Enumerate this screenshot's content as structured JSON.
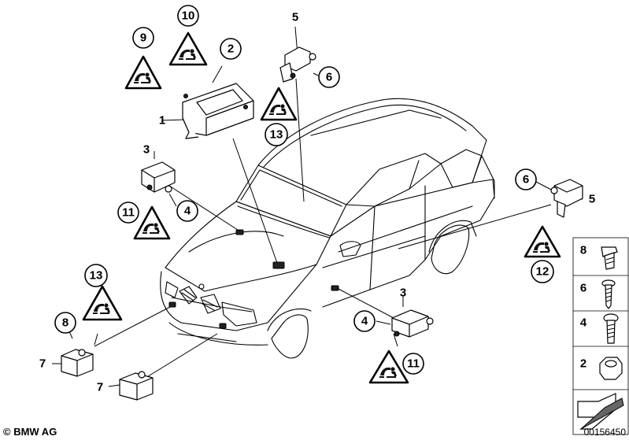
{
  "diagram": {
    "copyright": "© BMW AG",
    "diagram_number": "00156450"
  },
  "callouts": {
    "c1": "1",
    "c2": "2",
    "c3a": "3",
    "c3b": "3",
    "c4a": "4",
    "c4b": "4",
    "c5a": "5",
    "c5b": "5",
    "c6a": "6",
    "c6b": "6",
    "c7a": "7",
    "c7b": "7",
    "c8": "8",
    "c9": "9",
    "c10": "10",
    "c11a": "11",
    "c11b": "11",
    "c12": "12",
    "c13a": "13",
    "c13b": "13"
  },
  "legend": {
    "items": [
      {
        "number": "8",
        "icon": "collar-bolt-icon"
      },
      {
        "number": "6",
        "icon": "self-tapping-screw-icon"
      },
      {
        "number": "4",
        "icon": "hex-bolt-icon"
      },
      {
        "number": "2",
        "icon": "hex-nut-icon"
      }
    ],
    "arrow_icon": "direction-arrow-icon"
  },
  "icons": {
    "warning_triangle": "airbag-warning-triangle-icon"
  }
}
